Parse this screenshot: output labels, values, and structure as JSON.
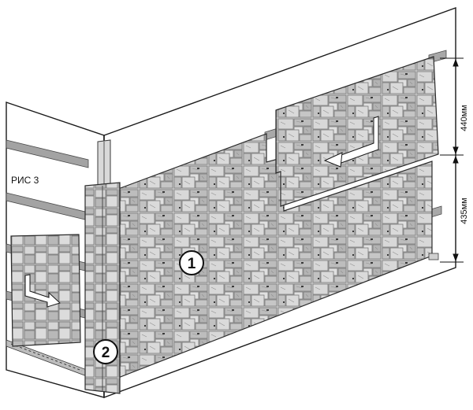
{
  "figure": {
    "label": "РИС 3"
  },
  "callouts": {
    "wall_panels": "1",
    "corner_element": "2"
  },
  "dimensions": {
    "panel_height": "440мм",
    "row_spacing": "435мм"
  },
  "colors": {
    "stone": "#c9c9c9",
    "stone_dark": "#6f6f6f",
    "wall": "#ffffff",
    "outline": "#1a1a1a",
    "rail": "#9e9e9e"
  }
}
